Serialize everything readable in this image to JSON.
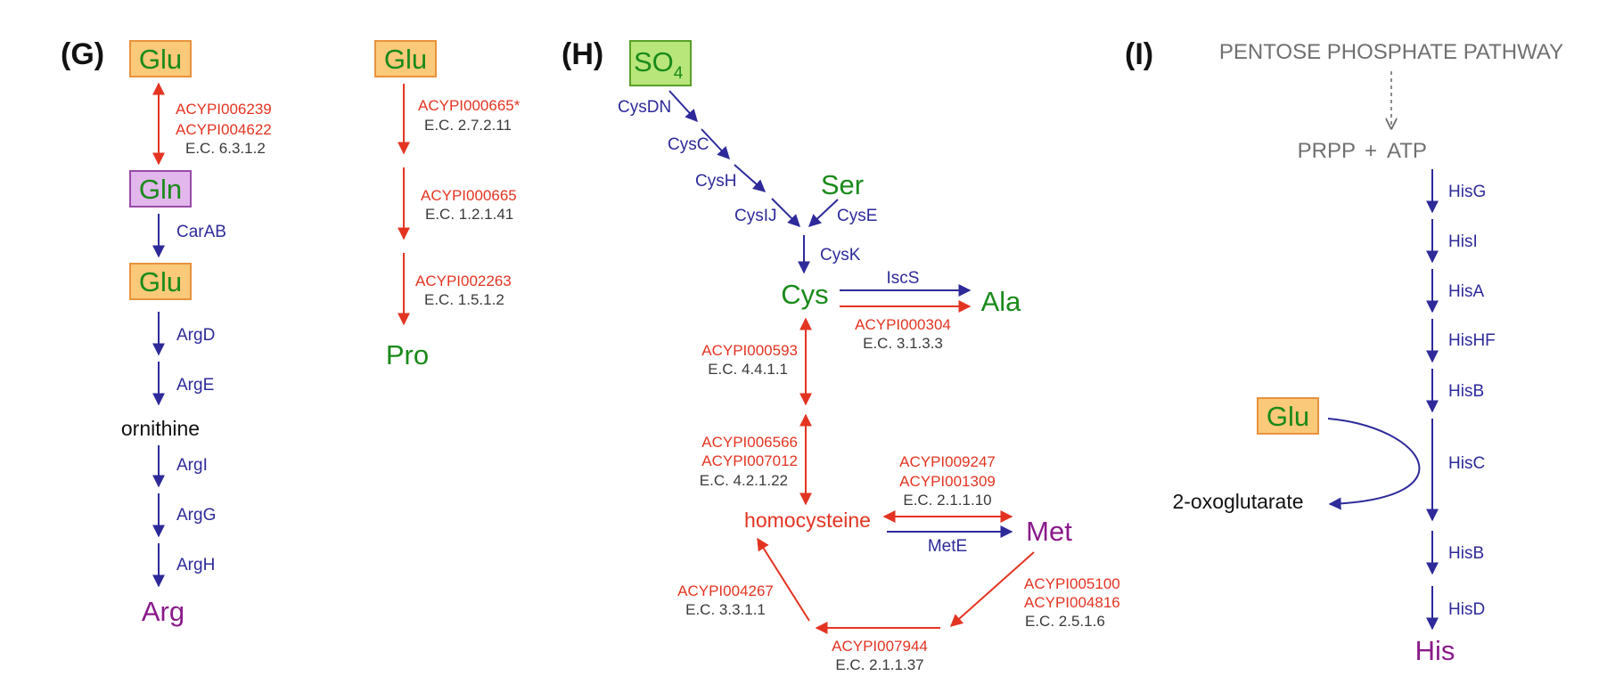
{
  "panels": {
    "G": "(G)",
    "H": "(H)",
    "I": "(I)"
  },
  "colors": {
    "blue": "#2e2a9a",
    "red": "#e33422",
    "green": "#1a8a1a",
    "purple": "#8a1a8a",
    "orange_box_fill": "#fbc97a",
    "orange_box_stroke": "#e8923c",
    "purple_box_fill": "#e2b7ec",
    "purple_box_stroke": "#9a4aa8",
    "green_box_fill": "#b8e67a",
    "green_box_stroke": "#5aa02a"
  },
  "g": {
    "glu_top": "Glu",
    "gln": "Gln",
    "glu_mid": "Glu",
    "ornithine": "ornithine",
    "arg": "Arg",
    "gln_ids": [
      "ACYPI006239",
      "ACYPI004622"
    ],
    "gln_ec": "E.C. 6.3.1.2",
    "enzymes": [
      "CarAB",
      "ArgD",
      "ArgE",
      "ArgI",
      "ArgG",
      "ArgH"
    ],
    "pro_branch": {
      "glu": "Glu",
      "pro": "Pro",
      "steps": [
        {
          "id": "ACYPI000665*",
          "ec": "E.C. 2.7.2.11"
        },
        {
          "id": "ACYPI000665",
          "ec": "E.C. 1.2.1.41"
        },
        {
          "id": "ACYPI002263",
          "ec": "E.C. 1.5.1.2"
        }
      ]
    }
  },
  "h": {
    "so4": "SO",
    "so4_sub": "4",
    "ser": "Ser",
    "cys": "Cys",
    "ala": "Ala",
    "homocysteine": "homocysteine",
    "met": "Met",
    "enzymes": {
      "cysdn": "CysDN",
      "cysc": "CysC",
      "cysh": "CysH",
      "cysij": "CysIJ",
      "cyse": "CysE",
      "cysk": "CysK",
      "iscs": "IscS",
      "mete": "MetE"
    },
    "cys_ala": {
      "id": "ACYPI000304",
      "ec": "E.C. 3.1.3.3"
    },
    "cys_up": {
      "ids": [
        "ACYPI000593"
      ],
      "ec": "E.C. 4.4.1.1"
    },
    "cys_down": {
      "ids": [
        "ACYPI006566",
        "ACYPI007012"
      ],
      "ec": "E.C. 4.2.1.22"
    },
    "hcy_met": {
      "ids": [
        "ACYPI009247",
        "ACYPI001309"
      ],
      "ec": "E.C. 2.1.1.10"
    },
    "met_cycle": {
      "ids": [
        "ACYPI005100",
        "ACYPI004816"
      ],
      "ec": "E.C. 2.5.1.6"
    },
    "bottom": {
      "id": "ACYPI007944",
      "ec": "E.C. 2.1.1.37"
    },
    "hydrolase": {
      "id": "ACYPI004267",
      "ec": "E.C. 3.3.1.1"
    }
  },
  "i": {
    "ppp": "PENTOSE PHOSPHATE PATHWAY",
    "prpp": "PRPP",
    "plus": "+",
    "atp": "ATP",
    "glu": "Glu",
    "oxo": "2-oxoglutarate",
    "his": "His",
    "enzymes": [
      "HisG",
      "HisI",
      "HisA",
      "HisHF",
      "HisB",
      "HisC",
      "HisB",
      "HisD"
    ]
  }
}
